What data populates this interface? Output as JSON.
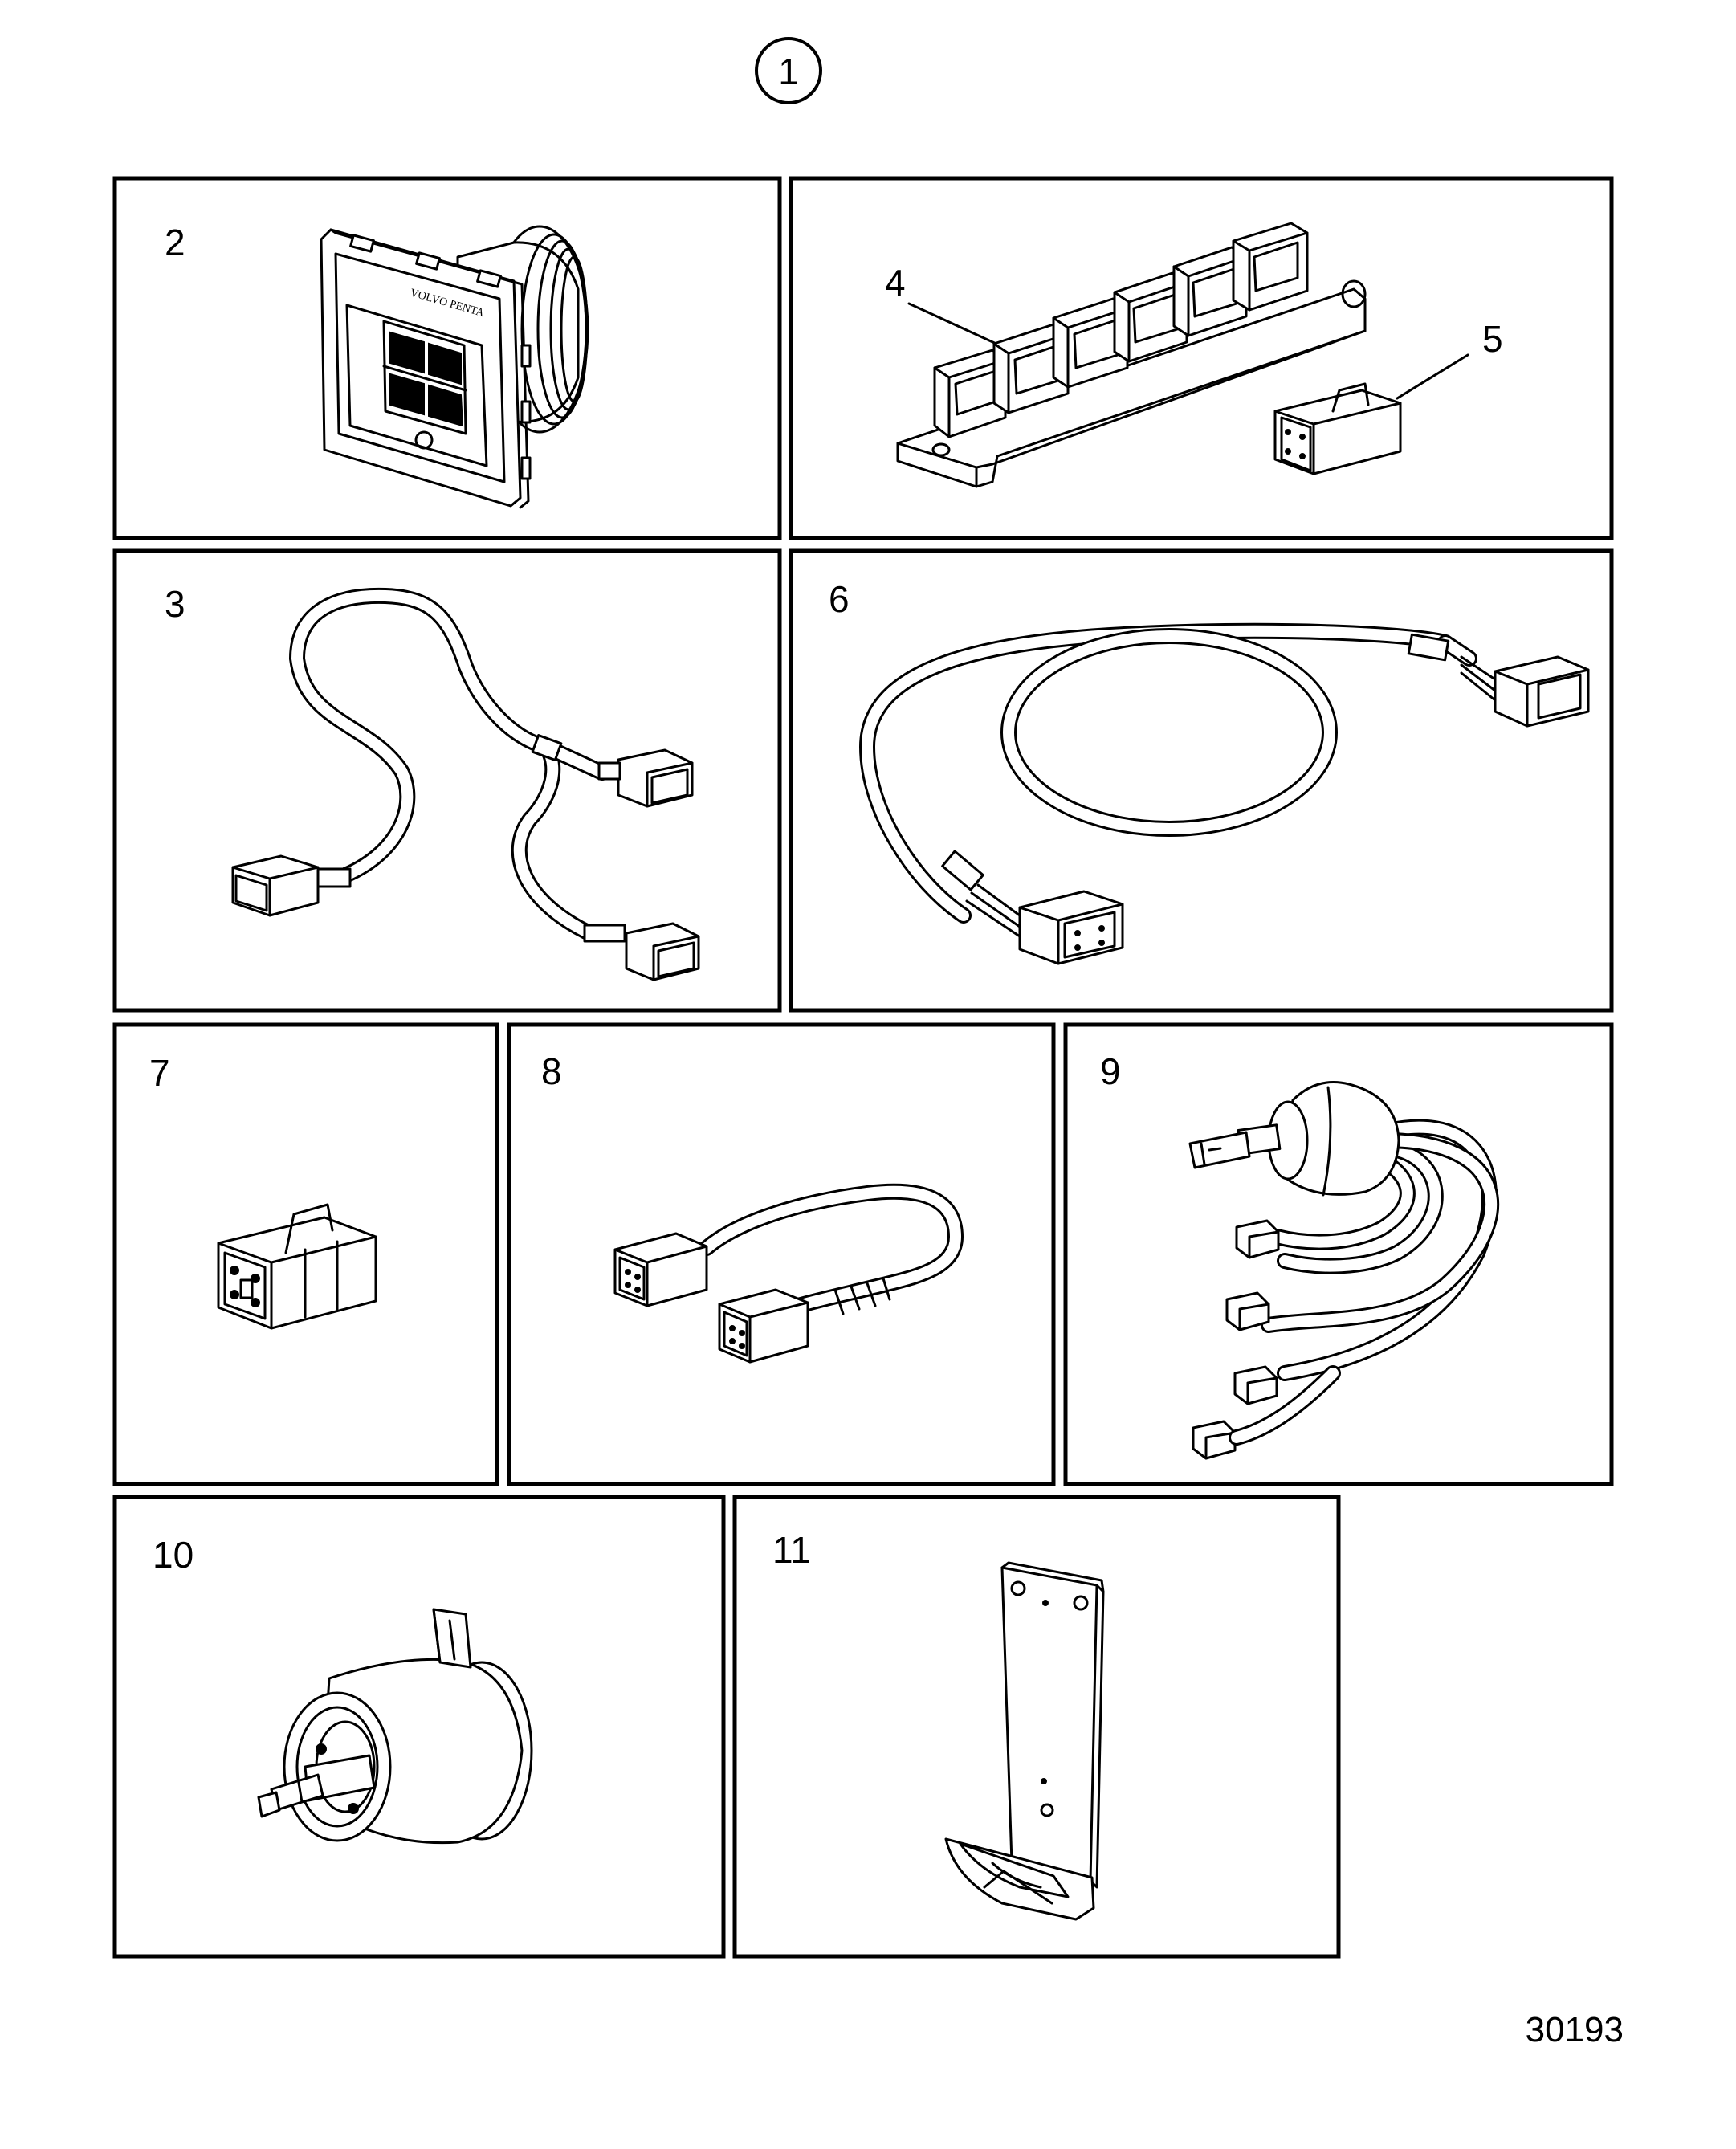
{
  "main_callout": "1",
  "drawing_number": "30193",
  "panels": [
    {
      "id": "panel-2",
      "labels": [
        "2"
      ]
    },
    {
      "id": "panel-4-5",
      "labels": [
        "4",
        "5"
      ]
    },
    {
      "id": "panel-3",
      "labels": [
        "3"
      ]
    },
    {
      "id": "panel-6",
      "labels": [
        "6"
      ]
    },
    {
      "id": "panel-7",
      "labels": [
        "7"
      ]
    },
    {
      "id": "panel-8",
      "labels": [
        "8"
      ]
    },
    {
      "id": "panel-9",
      "labels": [
        "9"
      ]
    },
    {
      "id": "panel-10",
      "labels": [
        "10"
      ]
    },
    {
      "id": "panel-11",
      "labels": [
        "11"
      ]
    }
  ],
  "display_brand": "VOLVO PENTA"
}
